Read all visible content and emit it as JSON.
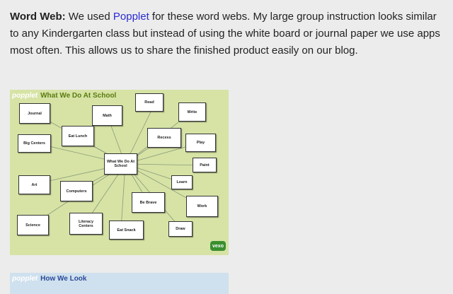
{
  "post": {
    "heading": "Word Web:",
    "text_before_link": " We used ",
    "link": "Popplet",
    "text_after_link": " for these word webs. My large group instruction looks similar to any Kindergarten class but instead of using the white board or journal paper we use apps most often. This allows us to share the finished product easily on our blog."
  },
  "popplet1": {
    "brand": "popplet",
    "title": "What We Do At School",
    "center": "What We Do At School",
    "nodes": {
      "journal": "Journal",
      "math": "Math",
      "read": "Read",
      "write": "Write",
      "eat_lunch": "Eat Lunch",
      "big_centers": "Big Centers",
      "recess": "Recess",
      "play": "Play",
      "paint": "Paint",
      "learn": "Learn",
      "art": "Art",
      "computers": "Computers",
      "be_brave": "Be Brave",
      "work": "Work",
      "science": "Science",
      "literacy_centers": "Literacy Centers",
      "eat_snack": "Eat Snack",
      "draw": "Draw"
    },
    "badge": "vexo"
  },
  "popplet2": {
    "brand": "popplet",
    "title": "How We Look"
  }
}
